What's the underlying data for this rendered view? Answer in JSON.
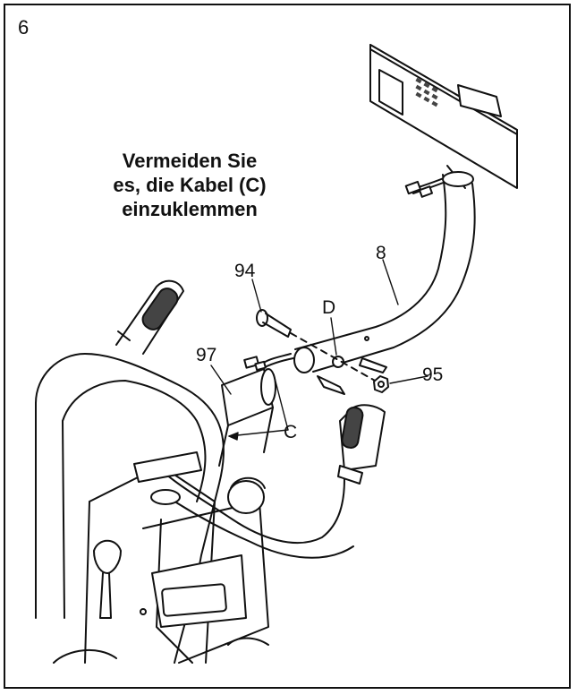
{
  "step": {
    "number": "6"
  },
  "caution": {
    "lines": [
      "Vermeiden Sie",
      "es, die Kabel (C)",
      "einzuklemmen"
    ]
  },
  "callouts": {
    "part_94": "94",
    "part_97": "97",
    "part_8": "8",
    "part_95": "95",
    "label_d": "D",
    "label_c": "C"
  },
  "colors": {
    "line": "#111111",
    "paper": "#ffffff",
    "fill_light": "#f2f2f2",
    "fill_dark": "#444444"
  }
}
